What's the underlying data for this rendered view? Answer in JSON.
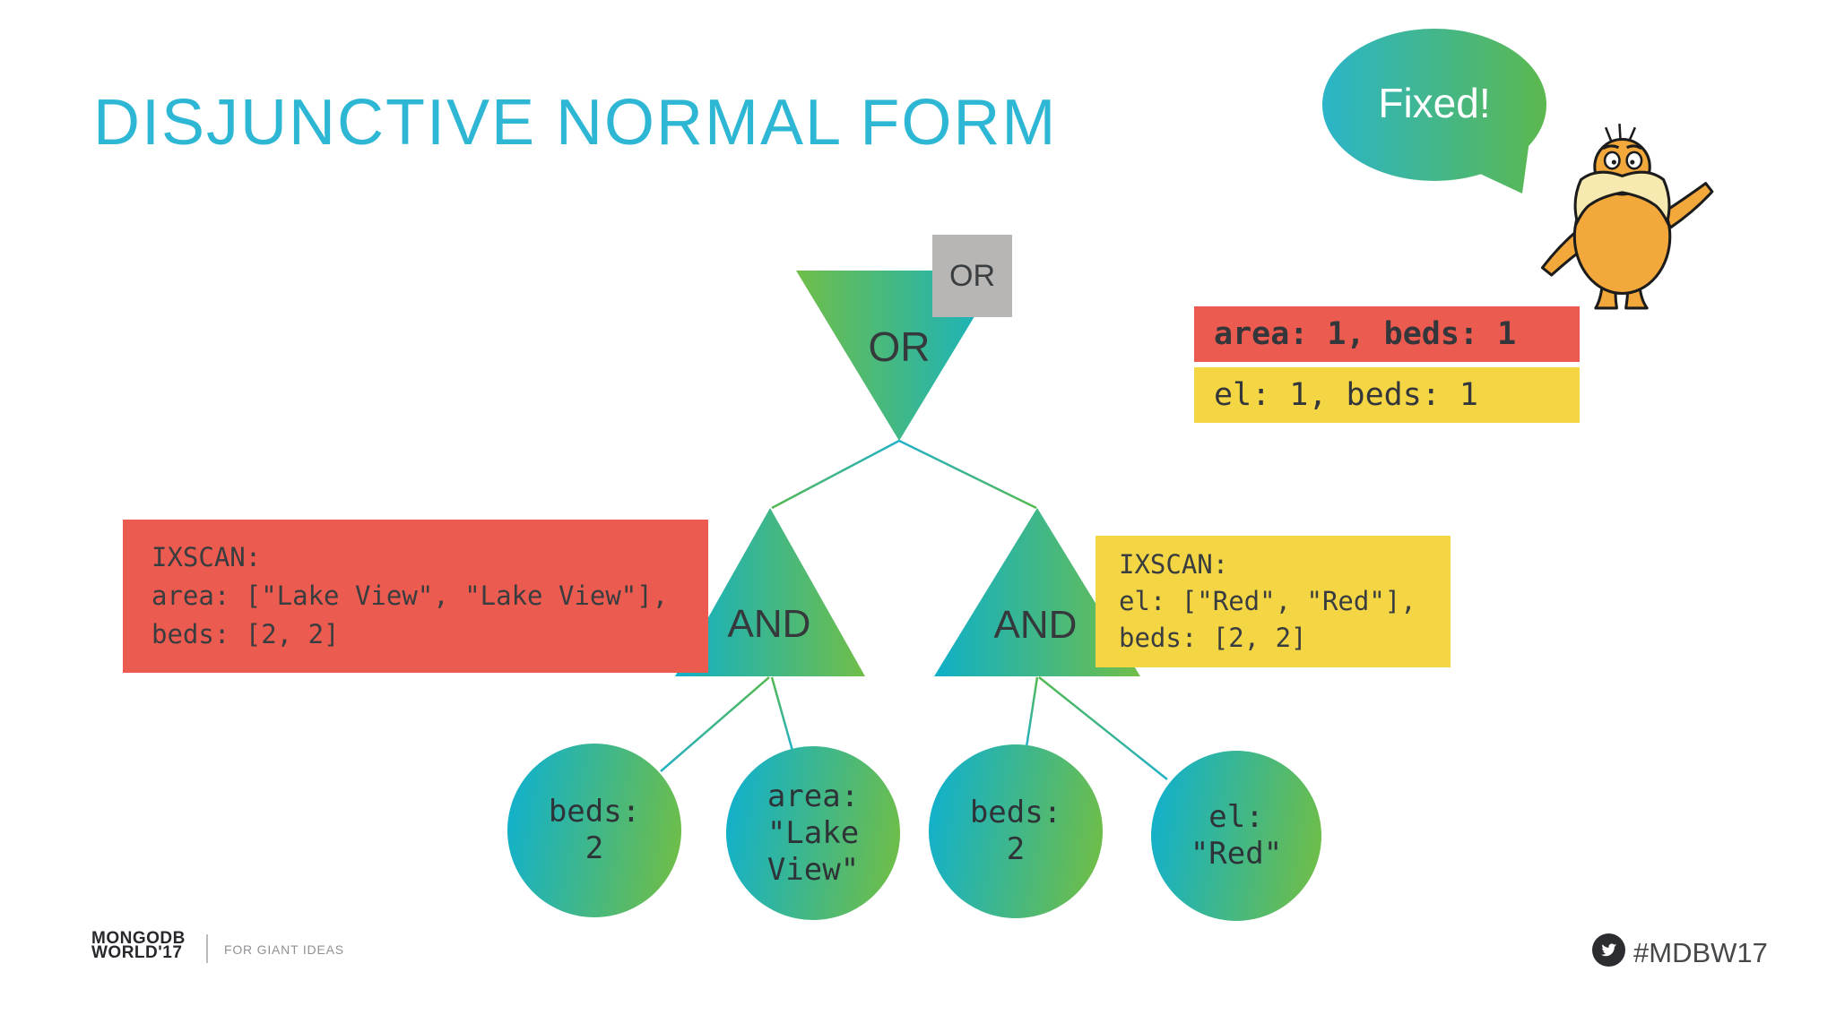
{
  "slide": {
    "title": "DISJUNCTIVE NORMAL FORM",
    "bubble_text": "Fixed!"
  },
  "tree": {
    "or_badge": "OR",
    "root": {
      "label": "OR"
    },
    "and_left": {
      "label": "AND"
    },
    "and_right": {
      "label": "AND"
    },
    "leaves": [
      {
        "lines": [
          "beds:",
          "2"
        ]
      },
      {
        "lines": [
          "area:",
          "\"Lake",
          "View\""
        ]
      },
      {
        "lines": [
          "beds:",
          "2"
        ]
      },
      {
        "lines": [
          "el:",
          "\"Red\""
        ]
      }
    ]
  },
  "annotations": {
    "ixscan_red": {
      "lines": [
        "IXSCAN:",
        "area: [\"Lake View\", \"Lake View\"],",
        "beds: [2, 2]"
      ]
    },
    "ixscan_yellow": {
      "lines": [
        "IXSCAN:",
        "el: [\"Red\", \"Red\"],",
        "beds: [2, 2]"
      ]
    },
    "index_red": "area: 1, beds: 1",
    "index_yellow": "el: 1, beds: 1"
  },
  "footer": {
    "brand_line1": "MONGODB",
    "brand_line2": "WORLD'17",
    "tagline": "FOR GIANT IDEAS",
    "hashtag": "#MDBW17"
  },
  "colors": {
    "title_cyan": "#2db7d4",
    "red": "#ec5b4f",
    "yellow": "#f4d644",
    "teal": "#14b1c8",
    "green": "#6cbd4b",
    "edge_cyan": "#29b3c9",
    "badge_gray": "#b7b6b5",
    "text_dark": "#3a3e41"
  }
}
